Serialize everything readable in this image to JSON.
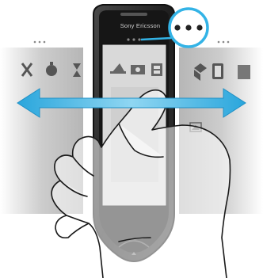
{
  "phone": {
    "brand": "Sony Ericsson"
  },
  "screens": {
    "page_indicator_count": 3,
    "left_panel_icons": [
      "tools-icon",
      "stopwatch-icon",
      "hourglass-icon"
    ],
    "center_panel_icons": [
      "picture-icon",
      "camera-icon",
      "film-icon"
    ],
    "right_panel_icons": [
      "box-icon",
      "phone-handset-icon",
      "calendar-icon"
    ]
  },
  "gesture": {
    "direction": "horizontal-swipe",
    "arrow_color": "#33b3e6"
  },
  "colors": {
    "screen_bg": "#d9d9d9",
    "phone_bezel": "#2b2b2b",
    "accent": "#33b3e6"
  }
}
